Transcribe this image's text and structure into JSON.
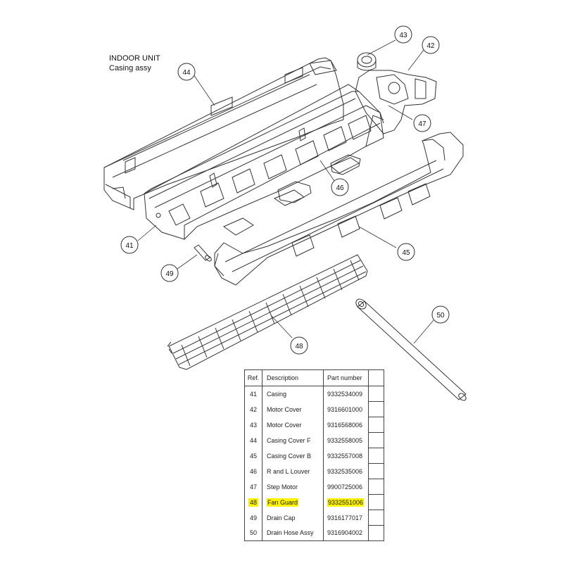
{
  "title": {
    "line1": "INDOOR UNIT",
    "line2": "Casing assy"
  },
  "callouts": [
    "43",
    "42",
    "44",
    "47",
    "46",
    "41",
    "45",
    "49",
    "50",
    "48"
  ],
  "table": {
    "headers": {
      "ref": "Ref.",
      "description": "Description",
      "part_number": "Part number"
    },
    "rows": [
      {
        "ref": "41",
        "description": "Casing",
        "part_number": "9332534009"
      },
      {
        "ref": "42",
        "description": "Motor Cover",
        "part_number": "9316601000"
      },
      {
        "ref": "43",
        "description": "Motor Cover",
        "part_number": "9316568006"
      },
      {
        "ref": "44",
        "description": "Casing Cover F",
        "part_number": "9332558005"
      },
      {
        "ref": "45",
        "description": "Casing Cover B",
        "part_number": "9332557008"
      },
      {
        "ref": "46",
        "description": "R and L Louver",
        "part_number": "9332535006"
      },
      {
        "ref": "47",
        "description": "Step Motor",
        "part_number": "9900725006"
      },
      {
        "ref": "48",
        "description": "Fan Guard",
        "part_number": "9332551006",
        "highlighted": true
      },
      {
        "ref": "49",
        "description": "Drain Cap",
        "part_number": "9316177017"
      },
      {
        "ref": "50",
        "description": "Drain Hose Assy",
        "part_number": "9316904002"
      }
    ]
  },
  "colors": {
    "highlight": "#fdf200",
    "line": "#333333"
  }
}
